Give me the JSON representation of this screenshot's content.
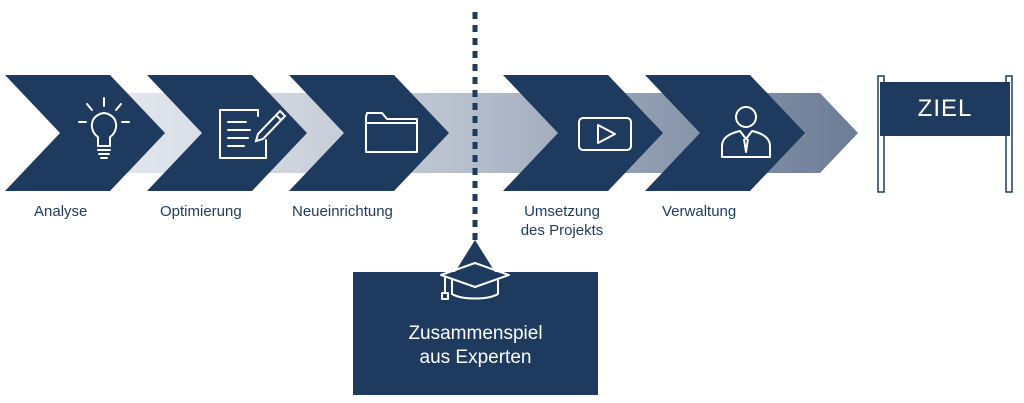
{
  "steps": [
    {
      "label": "Analyse",
      "icon": "lightbulb-icon"
    },
    {
      "label": "Optimierung",
      "icon": "document-pen-icon"
    },
    {
      "label": "Neueinrichtung",
      "icon": "folder-icon"
    },
    {
      "label_line1": "Umsetzung",
      "label_line2": "des Projekts",
      "icon": "play-video-icon"
    },
    {
      "label": "Verwaltung",
      "icon": "person-icon"
    }
  ],
  "experts": {
    "line1": "Zusammenspiel",
    "line2": "aus Experten",
    "icon": "graduation-cap-icon"
  },
  "goal": {
    "label": "ZIEL"
  },
  "colors": {
    "navy": "#1e3a5f",
    "band_light": "#c9cfd9",
    "band_mid": "#9aa6b8",
    "band_dark": "#6d7d96",
    "white": "#ffffff"
  }
}
